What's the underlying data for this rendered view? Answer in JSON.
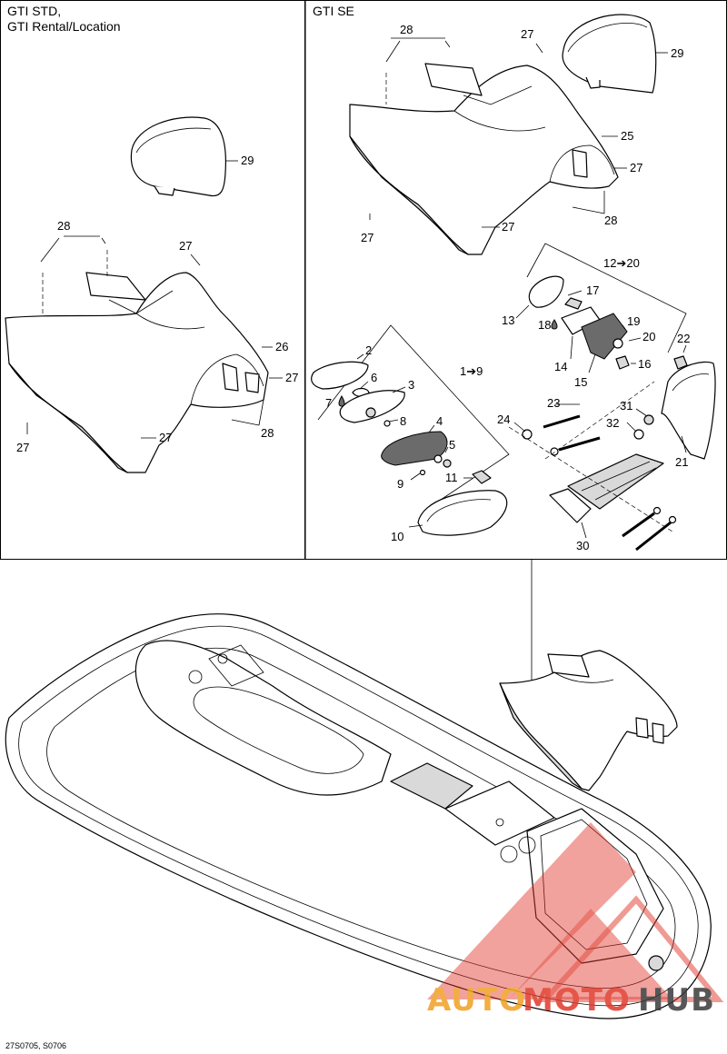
{
  "panels": {
    "left_title_line1": "GTI STD,",
    "left_title_line2": "GTI Rental/Location",
    "right_title": "GTI SE"
  },
  "callouts": {
    "c29_left": "29",
    "c28_left": "28",
    "c27_left_top": "27",
    "c26": "26",
    "c27_left_right": "27",
    "c27_left_bottom_a": "27",
    "c27_left_bottom_b": "27",
    "c28_left_bottom": "28",
    "c28_right_top": "28",
    "c27_right_top": "27",
    "c29_right": "29",
    "c25": "25",
    "c27_right_mid": "27",
    "c27_right_left": "27",
    "c27_right_center": "27",
    "c28_right_bottom": "28",
    "c12_20": "12➔20",
    "c17": "17",
    "c13": "13",
    "c18": "18",
    "c19": "19",
    "c20": "20",
    "c22": "22",
    "c14": "14",
    "c15": "15",
    "c16": "16",
    "c2": "2",
    "c1_9": "1➔9",
    "c6": "6",
    "c3": "3",
    "c7": "7",
    "c8": "8",
    "c4": "4",
    "c5": "5",
    "c23": "23",
    "c24": "24",
    "c31": "31",
    "c32": "32",
    "c21": "21",
    "c9": "9",
    "c11": "11",
    "c10": "10",
    "c30": "30"
  },
  "footer": {
    "doc_code": "27S0705, S0706"
  },
  "watermark": {
    "left": "AUTO",
    "mid": "MOTO",
    "right": "HUB"
  },
  "colors": {
    "watermark_red": "#e0392b",
    "watermark_orange": "#f0a023",
    "watermark_dark": "#3a3a3a"
  }
}
